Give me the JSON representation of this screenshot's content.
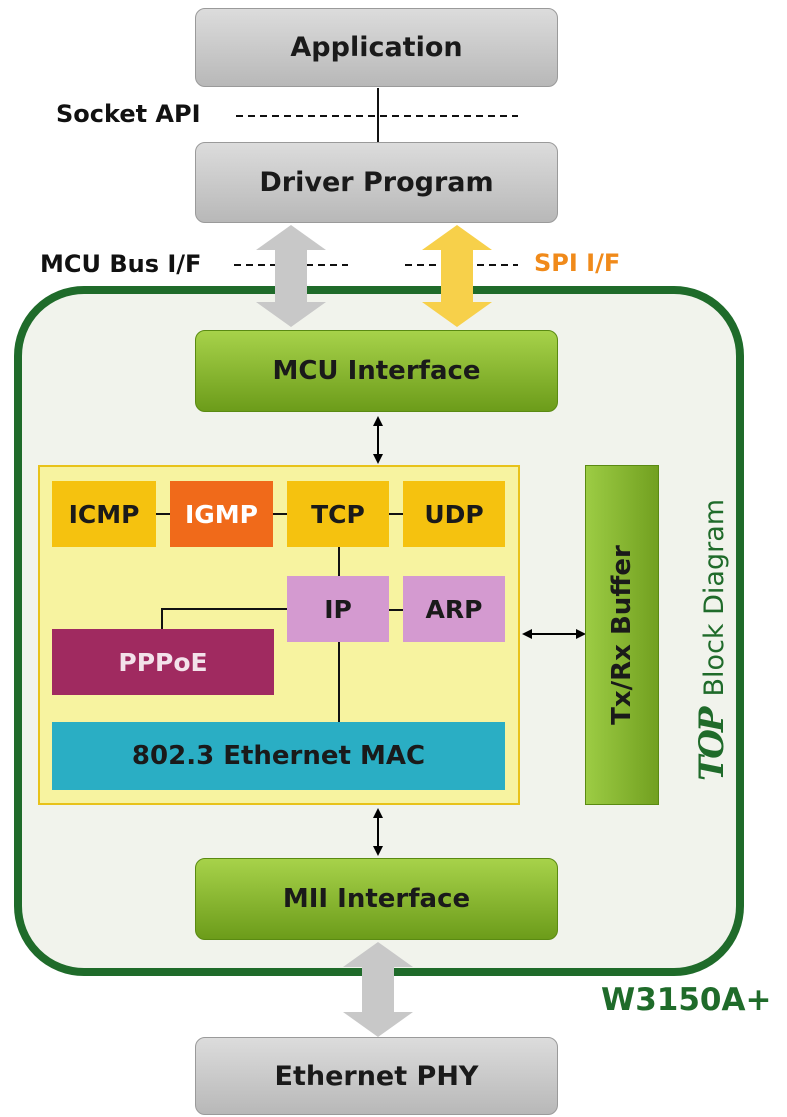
{
  "blocks": {
    "application": "Application",
    "driver_program": "Driver Program",
    "mcu_interface": "MCU Interface",
    "icmp": "ICMP",
    "igmp": "IGMP",
    "tcp": "TCP",
    "udp": "UDP",
    "ip": "IP",
    "arp": "ARP",
    "pppoe": "PPPoE",
    "ethernet_mac": "802.3 Ethernet MAC",
    "txrx_buffer": "Tx/Rx Buffer",
    "mii_interface": "MII Interface",
    "ethernet_phy": "Ethernet PHY"
  },
  "labels": {
    "socket_api": "Socket API",
    "mcu_bus": "MCU Bus I/F",
    "spi": "SPI I/F",
    "logo": "TOP",
    "block_diagram": "Block Diagram",
    "chip": "W3150A+"
  },
  "colors": {
    "chip_border": "#1f6b2a",
    "chip_fill": "#f1f3ec",
    "core_fill": "#f7f3a0",
    "core_border": "#e8c21a",
    "yellow_block": "#f5c20f",
    "orange_block": "#f06a1a",
    "pink_block": "#d49ad0",
    "purple_block": "#a02a60",
    "teal_block": "#2aaec4",
    "spi_label": "#f08a1a",
    "chip_label": "#1f6b2a"
  }
}
